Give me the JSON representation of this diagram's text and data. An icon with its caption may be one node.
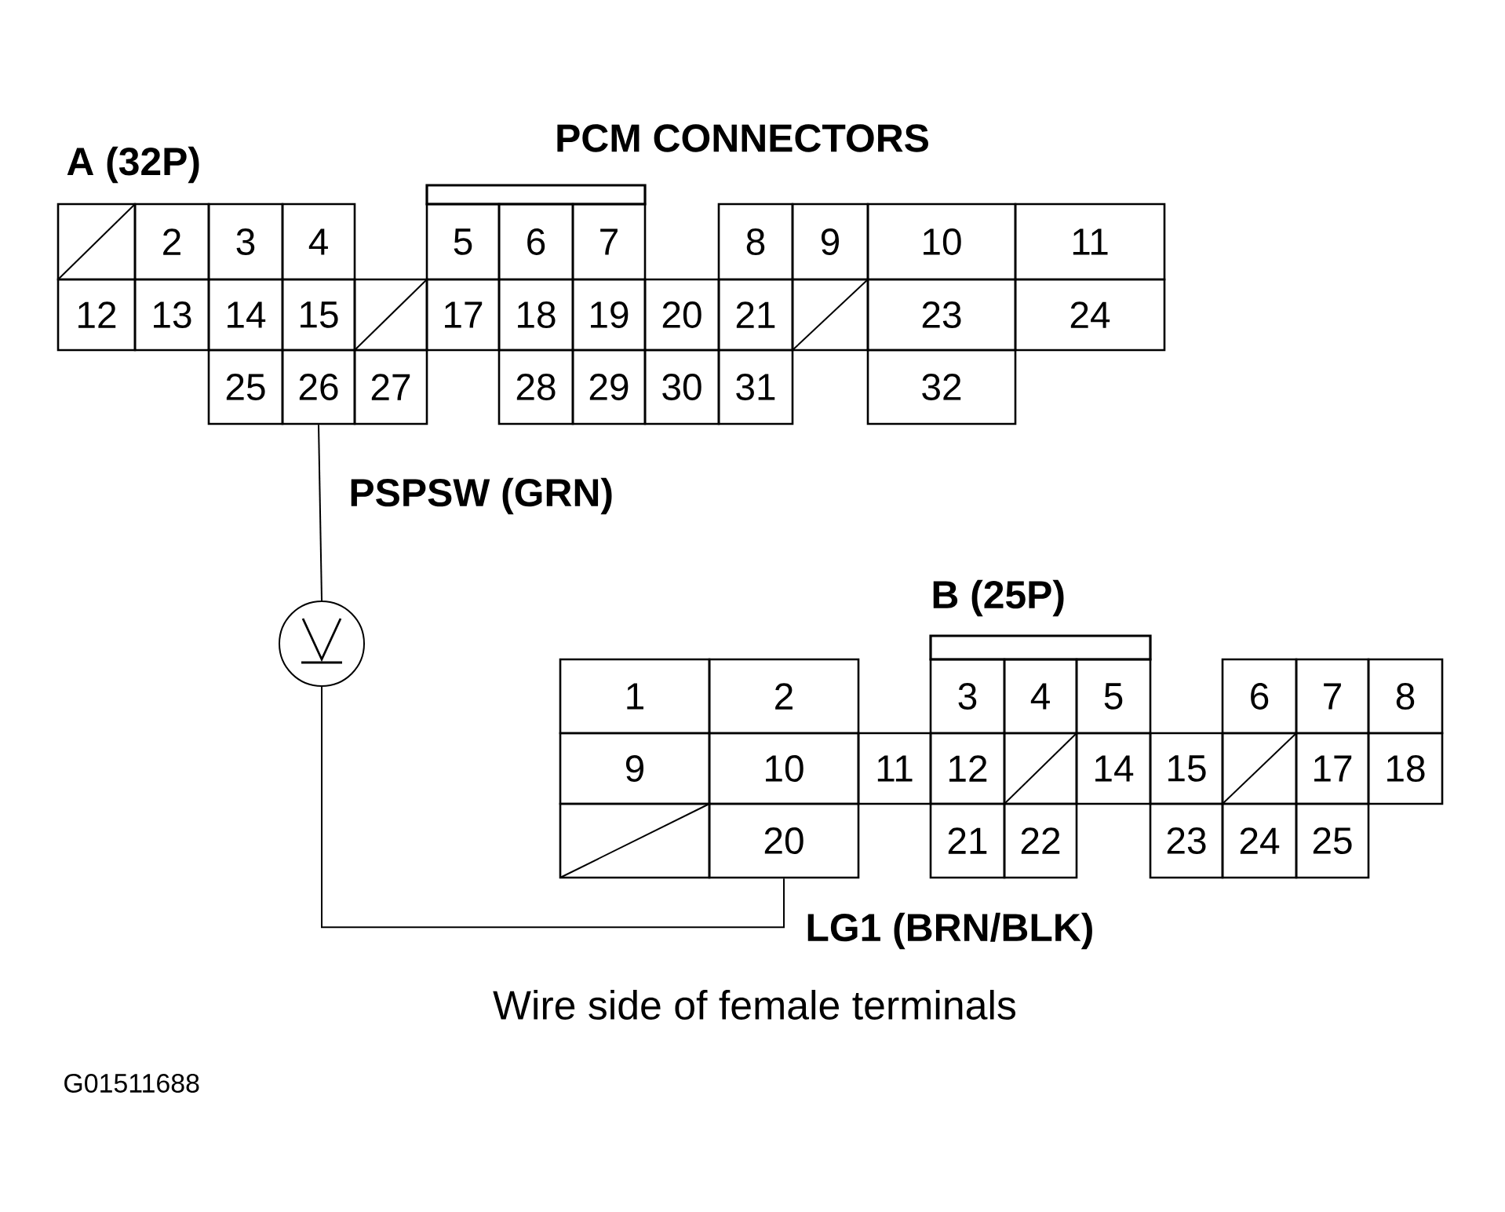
{
  "diagram": {
    "title": "PCM CONNECTORS",
    "caption": "Wire side of female terminals",
    "nodes": [
      {
        "text": [],
        "shape": "box"
      },
      {
        "text": [
          "2"
        ]
      },
      {
        "text": [
          "3"
        ]
      },
      {
        "text": [
          "4"
        ]
      },
      {
        "text": [
          "5"
        ]
      },
      {
        "text": [
          "6"
        ]
      },
      {
        "text": [
          "7"
        ]
      },
      {
        "text": [
          "8"
        ]
      },
      {
        "text": [
          "9"
        ]
      },
      {
        "text": [
          "10"
        ]
      },
      {
        "text": [
          "11"
        ]
      },
      {
        "text": [
          "12"
        ]
      },
      {
        "text": [
          "13"
        ]
      },
      {
        "text": [
          "14"
        ]
      },
      {
        "text": [
          "15"
        ]
      },
      {
        "text": [],
        "shape": "box"
      },
      {
        "text": [
          "17"
        ]
      },
      {
        "text": [
          "18"
        ]
      },
      {
        "text": [
          "19"
        ]
      },
      {
        "text": [
          "20"
        ]
      },
      {
        "text": [
          "21"
        ]
      },
      {
        "text": [],
        "shape": "box"
      },
      {
        "text": [
          "23"
        ]
      },
      {
        "text": [
          "24"
        ]
      },
      {
        "text": [
          "25"
        ]
      },
      {
        "text": [
          "26"
        ]
      },
      {
        "text": [
          "27"
        ]
      },
      {
        "text": [
          "28"
        ]
      },
      {
        "text": [
          "29"
        ]
      },
      {
        "text": [
          "30"
        ]
      },
      {
        "text": [
          "31"
        ]
      },
      {
        "text": [
          "32"
        ]
      },
      {
        "text": [],
        "shape": "circle"
      },
      {
        "text": [
          "1"
        ]
      },
      {
        "text": [
          "2"
        ]
      },
      {
        "text": [
          "3"
        ]
      },
      {
        "text": [
          "4"
        ]
      },
      {
        "text": [
          "5"
        ]
      },
      {
        "text": [
          "6"
        ]
      },
      {
        "text": [
          "7"
        ]
      },
      {
        "text": [
          "8"
        ]
      },
      {
        "text": [
          "9"
        ]
      },
      {
        "text": [
          "10"
        ]
      },
      {
        "text": [
          "11"
        ]
      },
      {
        "text": [
          "12"
        ]
      },
      {
        "text": [],
        "shape": "box"
      },
      {
        "text": [
          "14"
        ]
      },
      {
        "text": [
          "15"
        ]
      },
      {
        "text": [],
        "shape": "box"
      },
      {
        "text": [
          "17"
        ]
      },
      {
        "text": [
          "18"
        ]
      },
      {
        "text": [],
        "shape": "box"
      },
      {
        "text": [
          "20"
        ]
      },
      {
        "text": [
          "21"
        ]
      },
      {
        "text": [
          "22"
        ]
      },
      {
        "text": [
          "23"
        ]
      },
      {
        "text": [
          "24"
        ]
      },
      {
        "text": [
          "25"
        ]
      }
    ],
    "edges": [
      {
        "from": 25,
        "to": 32,
        "arrow": "none"
      },
      {
        "from": 32,
        "to": 52,
        "arrow": "none"
      }
    ],
    "labels": [
      "A (32P)",
      "PSPSW (GRN)",
      "B (25P)",
      "LG1 (BRN/BLK)",
      "G01511688"
    ]
  }
}
